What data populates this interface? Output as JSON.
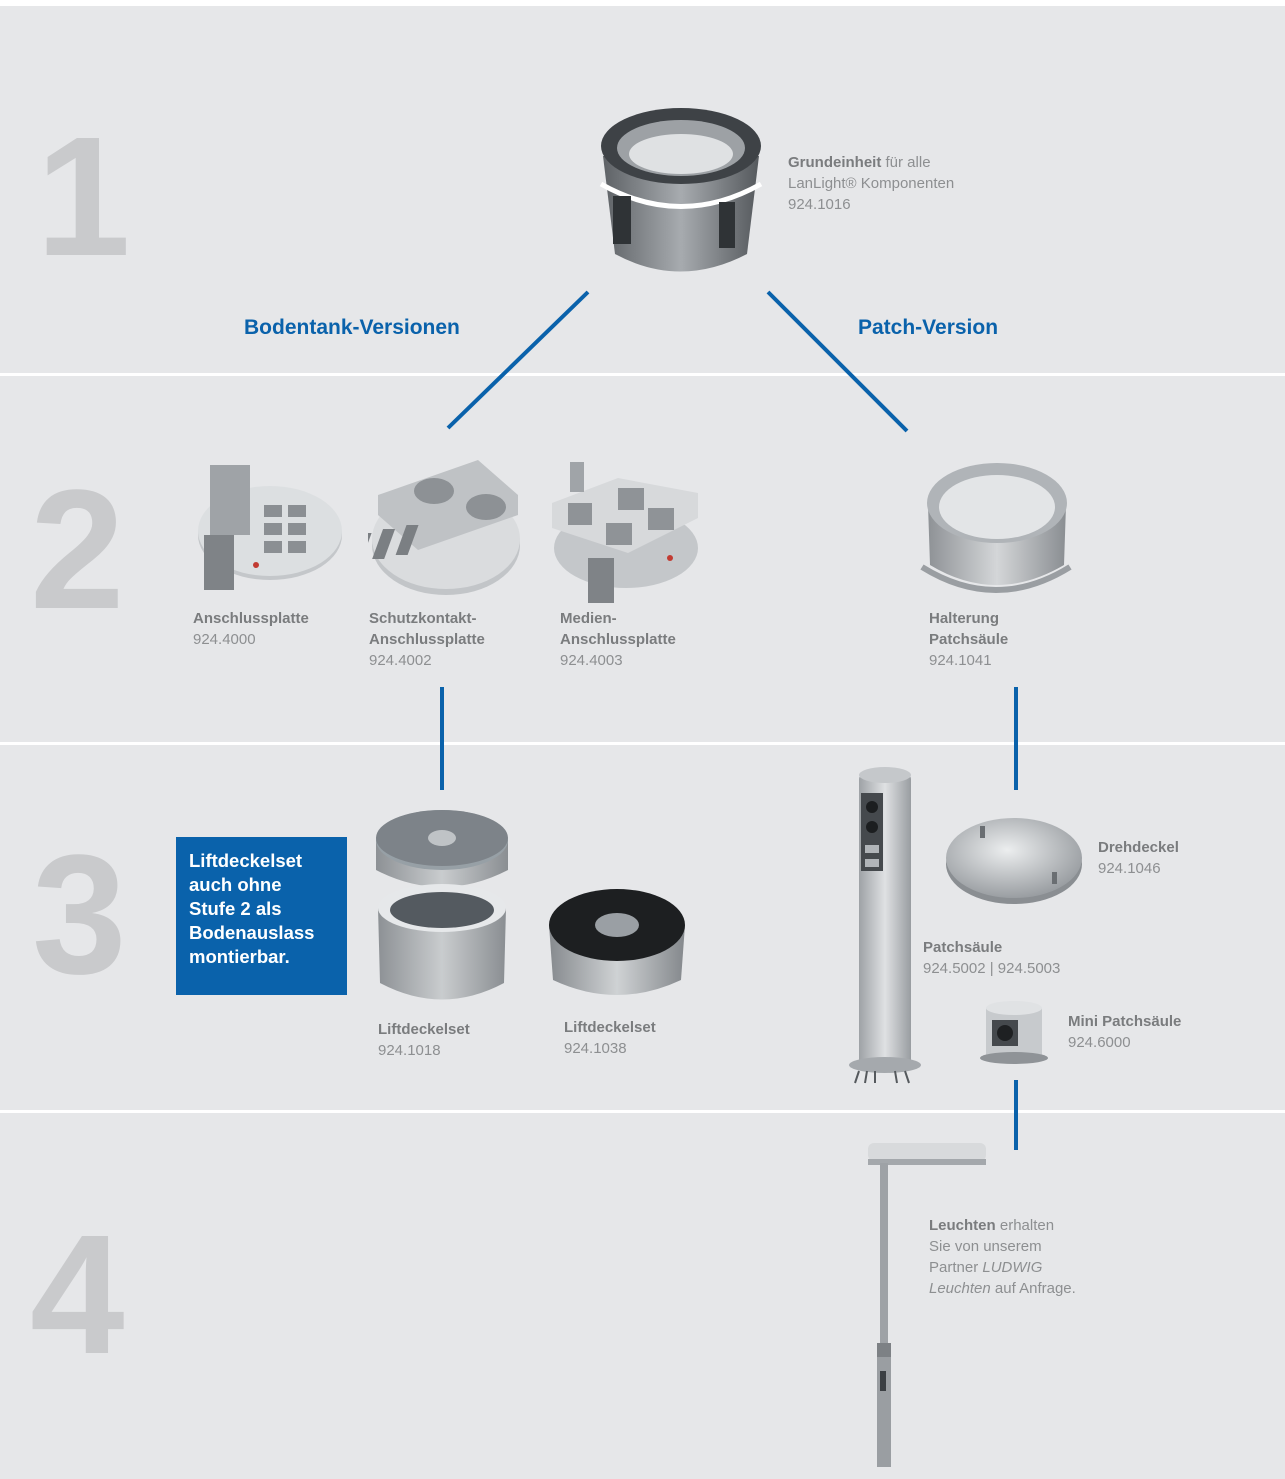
{
  "steps": [
    "1",
    "2",
    "3",
    "4"
  ],
  "branches": {
    "left": "Bodentank-Versionen",
    "right": "Patch-Version"
  },
  "products": {
    "grundeinheit": {
      "name": "Grundeinheit",
      "suffix": " für alle",
      "line2": "LanLight® Komponenten",
      "code": "924.1016"
    },
    "anschlussplatte": {
      "name": "Anschlussplatte",
      "code": "924.4000"
    },
    "schutzkontakt": {
      "name1": "Schutzkontakt-",
      "name2": "Anschlussplatte",
      "code": "924.4002"
    },
    "medien": {
      "name1": "Medien-",
      "name2": "Anschlussplatte",
      "code": "924.4003"
    },
    "halterung": {
      "name1": "Halterung",
      "name2": "Patchsäule",
      "code": "924.1041"
    },
    "liftdeckelset1": {
      "name": "Liftdeckelset",
      "code": "924.1018"
    },
    "liftdeckelset2": {
      "name": "Liftdeckelset",
      "code": "924.1038"
    },
    "drehdeckel": {
      "name": "Drehdeckel",
      "code": "924.1046"
    },
    "patchsaeule": {
      "name": "Patchsäule",
      "code": "924.5002 | 924.5003"
    },
    "mini_patchsaeule": {
      "name": "Mini Patchsäule",
      "code": "924.6000"
    },
    "leuchten": {
      "name": "Leuchten",
      "t1": " erhalten",
      "t2": "Sie von unserem",
      "t3": "Partner ",
      "t4": "LUDWIG",
      "t5": "Leuchten",
      "t6": " auf Anfrage."
    }
  },
  "note_box": {
    "lines": [
      "Liftdeckelset",
      "auch ohne",
      "Stufe 2 als",
      "Bodenauslass",
      "montierbar."
    ]
  },
  "colors": {
    "accent": "#0a62ab",
    "band": "#e6e7e9",
    "step_number": "#c9cacc"
  }
}
